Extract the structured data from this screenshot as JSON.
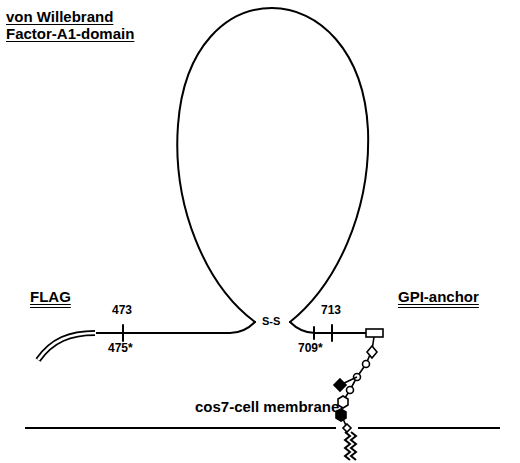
{
  "diagram": {
    "labels": [
      "von Willebrand Factor-A1-domain",
      "FLAG",
      "473",
      "475*",
      "S-S",
      "713",
      "709*",
      "GPI-anchor",
      "cos7-cell membrane"
    ]
  }
}
